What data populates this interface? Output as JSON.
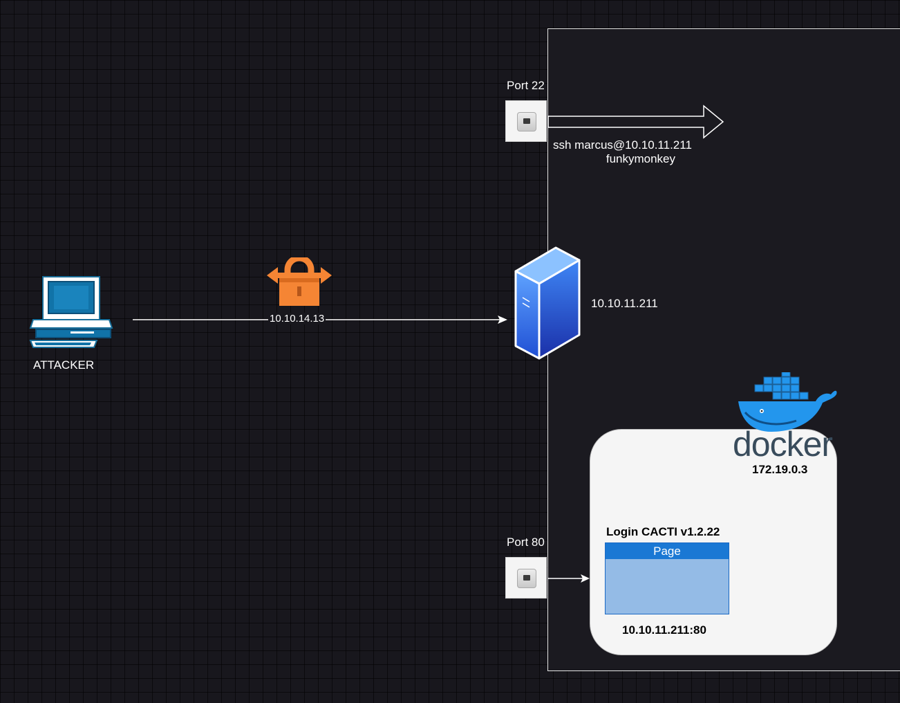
{
  "attacker": {
    "label": "ATTACKER"
  },
  "connection": {
    "label": "10.10.14.13"
  },
  "server": {
    "ip_label": "10.10.11.211"
  },
  "ports": {
    "ssh": {
      "label": "Port 22",
      "command": "ssh marcus@10.10.11.211",
      "password": "funkymonkey"
    },
    "http": {
      "label": "Port 80"
    }
  },
  "docker": {
    "wordmark": "docker",
    "ip_label": "172.19.0.3"
  },
  "cacti": {
    "title": "Login CACTI v1.2.22",
    "page_header": "Page",
    "address": "10.10.11.211:80"
  },
  "colors": {
    "background": "#18171d",
    "lock_orange": "#f58534",
    "server_blue": "#1f62d9",
    "docker_blue": "#2396ed",
    "page_header_blue": "#1a78d4"
  },
  "icons": {
    "attacker": "computer-terminal-icon",
    "vpn": "vpn-lock-icon",
    "server": "server-tower-icon",
    "port": "ethernet-port-icon",
    "docker": "docker-whale-icon"
  }
}
